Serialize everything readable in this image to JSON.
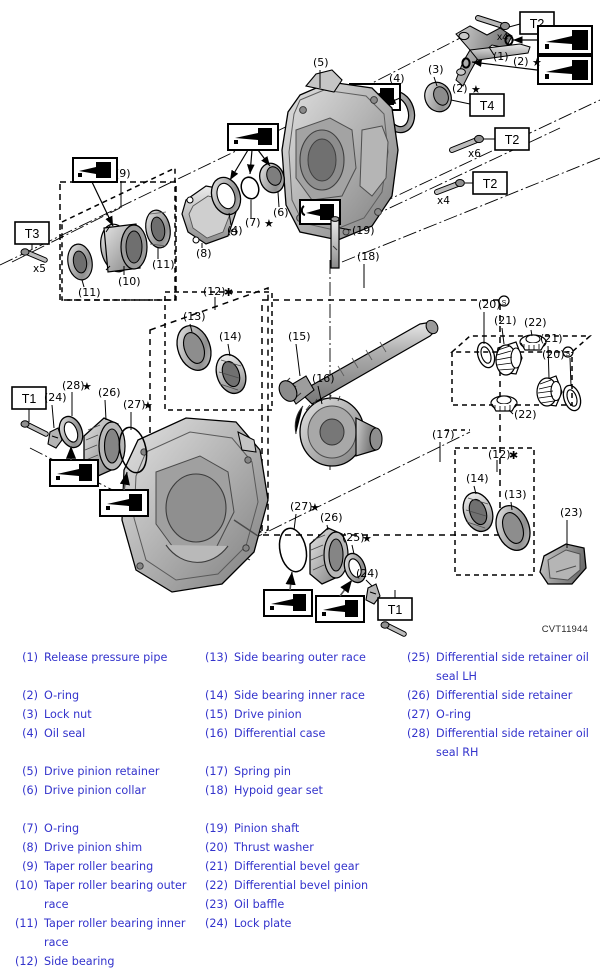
{
  "figure": {
    "code": "CVT11944",
    "title": "Final drive / differential exploded view"
  },
  "callouts": {
    "c1": "(1)",
    "c2": "(2)",
    "c3": "(3)",
    "c4": "(4)",
    "c5": "(5)",
    "c6": "(6)",
    "c7": "(7)",
    "c8": "(8)",
    "c9": "(9)",
    "c10": "(10)",
    "c11": "(11)",
    "c12": "(12)",
    "c13": "(13)",
    "c14": "(14)",
    "c15": "(15)",
    "c16": "(16)",
    "c17": "(17)",
    "c18": "(18)",
    "c19": "(19)",
    "c20": "(20)",
    "c21": "(21)",
    "c22": "(22)",
    "c23": "(23)",
    "c24": "(24)",
    "c25": "(25)",
    "c26": "(26)",
    "c27": "(27)",
    "c28": "(28)"
  },
  "markers": {
    "star": "★",
    "asterisk": "✱",
    "x4": "x4",
    "x5": "x5",
    "x6": "x6"
  },
  "tool_tags": {
    "t1": "T1",
    "t2": "T2",
    "t3": "T3",
    "t4": "T4"
  },
  "legend": {
    "columns": [
      {
        "items": [
          {
            "num": "(1)",
            "text": "Release pressure pipe",
            "gap_before": false
          },
          {
            "num": "(2)",
            "text": "O-ring",
            "gap_before": true
          },
          {
            "num": "(3)",
            "text": "Lock nut",
            "gap_before": false
          },
          {
            "num": "(4)",
            "text": "Oil seal",
            "gap_before": false
          },
          {
            "num": "(5)",
            "text": "Drive pinion retainer",
            "gap_before": true
          },
          {
            "num": "(6)",
            "text": "Drive pinion collar",
            "gap_before": false
          },
          {
            "num": "(7)",
            "text": "O-ring",
            "gap_before": true
          },
          {
            "num": "(8)",
            "text": "Drive pinion shim",
            "gap_before": false
          },
          {
            "num": "(9)",
            "text": "Taper roller bearing",
            "gap_before": false
          },
          {
            "num": "(10)",
            "text": "Taper roller bearing outer race",
            "gap_before": false
          },
          {
            "num": "(11)",
            "text": "Taper roller bearing inner race",
            "gap_before": false
          },
          {
            "num": "(12)",
            "text": "Side bearing",
            "gap_before": false
          }
        ]
      },
      {
        "items": [
          {
            "num": "(13)",
            "text": "Side bearing outer race",
            "gap_before": false
          },
          {
            "num": "(14)",
            "text": "Side bearing inner race",
            "gap_before": true
          },
          {
            "num": "(15)",
            "text": "Drive pinion",
            "gap_before": false
          },
          {
            "num": "(16)",
            "text": "Differential case",
            "gap_before": false
          },
          {
            "num": "(17)",
            "text": "Spring pin",
            "gap_before": true
          },
          {
            "num": "(18)",
            "text": "Hypoid gear set",
            "gap_before": false
          },
          {
            "num": "(19)",
            "text": "Pinion shaft",
            "gap_before": true
          },
          {
            "num": "(20)",
            "text": "Thrust washer",
            "gap_before": false
          },
          {
            "num": "(21)",
            "text": "Differential bevel gear",
            "gap_before": false
          },
          {
            "num": "(22)",
            "text": "Differential bevel pinion",
            "gap_before": false
          },
          {
            "num": "(23)",
            "text": "Oil baffle",
            "gap_before": false
          },
          {
            "num": "(24)",
            "text": "Lock plate",
            "gap_before": false
          }
        ]
      },
      {
        "items": [
          {
            "num": "(25)",
            "text": "Differential side retainer oil seal LH",
            "gap_before": false
          },
          {
            "num": "(26)",
            "text": "Differential side retainer",
            "gap_before": false
          },
          {
            "num": "(27)",
            "text": "O-ring",
            "gap_before": false
          },
          {
            "num": "(28)",
            "text": "Differential side retainer oil seal RH",
            "gap_before": false
          }
        ]
      }
    ]
  },
  "colors": {
    "legend_text": "#3333cc",
    "line": "#000000",
    "metal_light": "#d8d8d8",
    "metal_mid": "#a9a9a9",
    "metal_dark": "#6f6f6f",
    "leader": "#111111"
  }
}
